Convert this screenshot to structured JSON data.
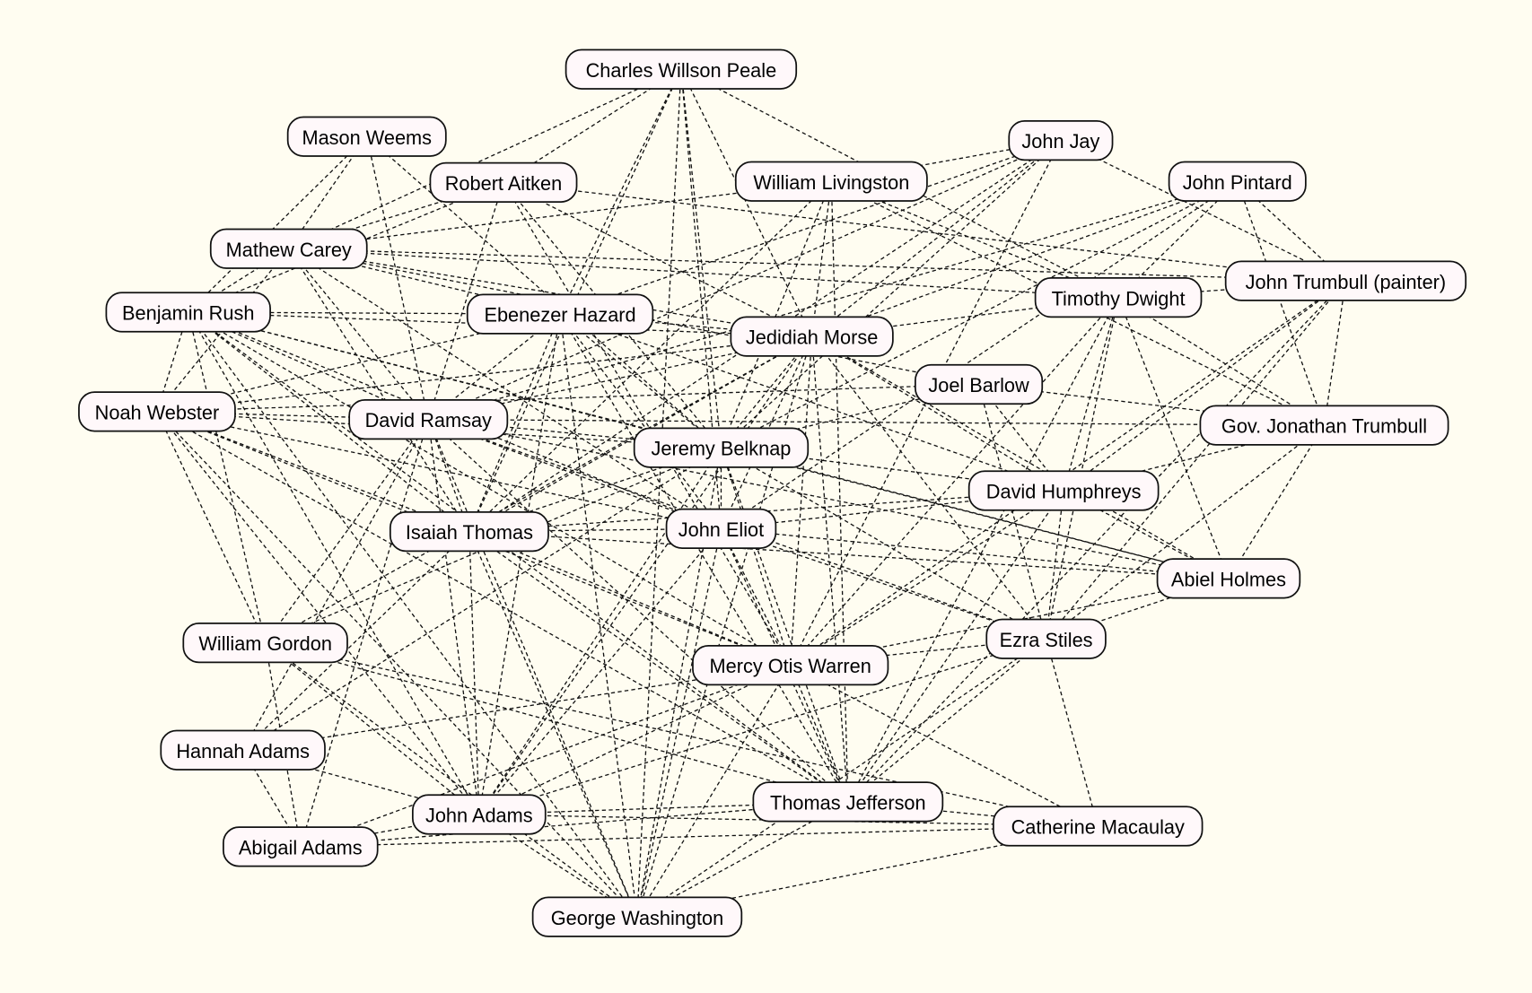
{
  "graph": {
    "nodes": [
      "Charles Willson Peale",
      "Mason Weems",
      "Robert Aitken",
      "William Livingston",
      "John Jay",
      "John Pintard",
      "Mathew Carey",
      "Benjamin Rush",
      "Ebenezer Hazard",
      "Jedidiah Morse",
      "Timothy Dwight",
      "John Trumbull (painter)",
      "Joel Barlow",
      "Noah Webster",
      "David Ramsay",
      "Jeremy Belknap",
      "Gov. Jonathan Trumbull",
      "David Humphreys",
      "Isaiah Thomas",
      "John Eliot",
      "Abiel Holmes",
      "William Gordon",
      "Ezra Stiles",
      "Mercy Otis Warren",
      "Hannah Adams",
      "John Adams",
      "Thomas Jefferson",
      "Catherine Macaulay",
      "Abigail Adams",
      "George Washington"
    ],
    "edges": [
      [
        0,
        2
      ],
      [
        0,
        6
      ],
      [
        0,
        8
      ],
      [
        0,
        9
      ],
      [
        0,
        15
      ],
      [
        0,
        19
      ],
      [
        0,
        18
      ],
      [
        0,
        29
      ],
      [
        0,
        10
      ],
      [
        1,
        6
      ],
      [
        1,
        7
      ],
      [
        1,
        14
      ],
      [
        1,
        15
      ],
      [
        2,
        6
      ],
      [
        2,
        7
      ],
      [
        2,
        9
      ],
      [
        2,
        11
      ],
      [
        2,
        14
      ],
      [
        2,
        15
      ],
      [
        2,
        23
      ],
      [
        3,
        4
      ],
      [
        3,
        6
      ],
      [
        3,
        9
      ],
      [
        3,
        18
      ],
      [
        3,
        10
      ],
      [
        3,
        15
      ],
      [
        3,
        26
      ],
      [
        3,
        16
      ],
      [
        4,
        9
      ],
      [
        4,
        8
      ],
      [
        4,
        15
      ],
      [
        4,
        18
      ],
      [
        4,
        23
      ],
      [
        4,
        14
      ],
      [
        4,
        11
      ],
      [
        5,
        9
      ],
      [
        5,
        10
      ],
      [
        5,
        11
      ],
      [
        5,
        14
      ],
      [
        5,
        19
      ],
      [
        5,
        15
      ],
      [
        5,
        16
      ],
      [
        6,
        7
      ],
      [
        6,
        8
      ],
      [
        6,
        9
      ],
      [
        6,
        10
      ],
      [
        6,
        11
      ],
      [
        6,
        14
      ],
      [
        6,
        13
      ],
      [
        6,
        12
      ],
      [
        6,
        18
      ],
      [
        6,
        19
      ],
      [
        7,
        8
      ],
      [
        7,
        9
      ],
      [
        7,
        13
      ],
      [
        7,
        14
      ],
      [
        7,
        15
      ],
      [
        7,
        18
      ],
      [
        7,
        19
      ],
      [
        7,
        21
      ],
      [
        7,
        29
      ],
      [
        7,
        25
      ],
      [
        7,
        20
      ],
      [
        7,
        26
      ],
      [
        7,
        23
      ],
      [
        8,
        9
      ],
      [
        8,
        14
      ],
      [
        8,
        15
      ],
      [
        8,
        18
      ],
      [
        8,
        19
      ],
      [
        8,
        29
      ],
      [
        8,
        25
      ],
      [
        8,
        26
      ],
      [
        8,
        13
      ],
      [
        8,
        17
      ],
      [
        9,
        14
      ],
      [
        9,
        15
      ],
      [
        9,
        18
      ],
      [
        9,
        19
      ],
      [
        9,
        10
      ],
      [
        9,
        13
      ],
      [
        9,
        17
      ],
      [
        9,
        22
      ],
      [
        9,
        23
      ],
      [
        9,
        20
      ],
      [
        9,
        29
      ],
      [
        9,
        25
      ],
      [
        9,
        26
      ],
      [
        9,
        21
      ],
      [
        10,
        11
      ],
      [
        10,
        17
      ],
      [
        10,
        22
      ],
      [
        10,
        16
      ],
      [
        10,
        20
      ],
      [
        10,
        23
      ],
      [
        10,
        26
      ],
      [
        11,
        17
      ],
      [
        11,
        22
      ],
      [
        11,
        23
      ],
      [
        11,
        26
      ],
      [
        11,
        16
      ],
      [
        12,
        17
      ],
      [
        12,
        22
      ],
      [
        12,
        13
      ],
      [
        12,
        16
      ],
      [
        12,
        15
      ],
      [
        13,
        14
      ],
      [
        13,
        15
      ],
      [
        13,
        18
      ],
      [
        13,
        19
      ],
      [
        13,
        21
      ],
      [
        13,
        25
      ],
      [
        13,
        26
      ],
      [
        13,
        29
      ],
      [
        13,
        23
      ],
      [
        14,
        15
      ],
      [
        14,
        18
      ],
      [
        14,
        19
      ],
      [
        14,
        20
      ],
      [
        14,
        22
      ],
      [
        14,
        25
      ],
      [
        14,
        29
      ],
      [
        14,
        26
      ],
      [
        14,
        24
      ],
      [
        14,
        28
      ],
      [
        14,
        21
      ],
      [
        14,
        16
      ],
      [
        15,
        18
      ],
      [
        15,
        19
      ],
      [
        15,
        17
      ],
      [
        15,
        20
      ],
      [
        15,
        29
      ],
      [
        15,
        25
      ],
      [
        15,
        23
      ],
      [
        15,
        26
      ],
      [
        15,
        21
      ],
      [
        15,
        24
      ],
      [
        15,
        22
      ],
      [
        16,
        17
      ],
      [
        16,
        20
      ],
      [
        16,
        22
      ],
      [
        17,
        22
      ],
      [
        17,
        23
      ],
      [
        17,
        26
      ],
      [
        17,
        20
      ],
      [
        17,
        19
      ],
      [
        17,
        18
      ],
      [
        18,
        19
      ],
      [
        18,
        20
      ],
      [
        18,
        25
      ],
      [
        18,
        29
      ],
      [
        18,
        26
      ],
      [
        18,
        23
      ],
      [
        18,
        24
      ],
      [
        19,
        20
      ],
      [
        19,
        22
      ],
      [
        19,
        25
      ],
      [
        19,
        29
      ],
      [
        19,
        26
      ],
      [
        19,
        23
      ],
      [
        20,
        22
      ],
      [
        20,
        23
      ],
      [
        21,
        25
      ],
      [
        21,
        29
      ],
      [
        21,
        26
      ],
      [
        21,
        27
      ],
      [
        21,
        28
      ],
      [
        22,
        23
      ],
      [
        22,
        26
      ],
      [
        22,
        25
      ],
      [
        22,
        29
      ],
      [
        22,
        27
      ],
      [
        23,
        26
      ],
      [
        23,
        25
      ],
      [
        23,
        29
      ],
      [
        23,
        27
      ],
      [
        23,
        24
      ],
      [
        23,
        28
      ],
      [
        24,
        25
      ],
      [
        24,
        28
      ],
      [
        25,
        26
      ],
      [
        25,
        29
      ],
      [
        25,
        28
      ],
      [
        25,
        27
      ],
      [
        26,
        29
      ],
      [
        26,
        27
      ],
      [
        26,
        28
      ],
      [
        27,
        29
      ],
      [
        27,
        28
      ]
    ]
  },
  "colors": {
    "background": "#fffdf1",
    "node_fill": "#fff8fa",
    "stroke": "#111111"
  }
}
